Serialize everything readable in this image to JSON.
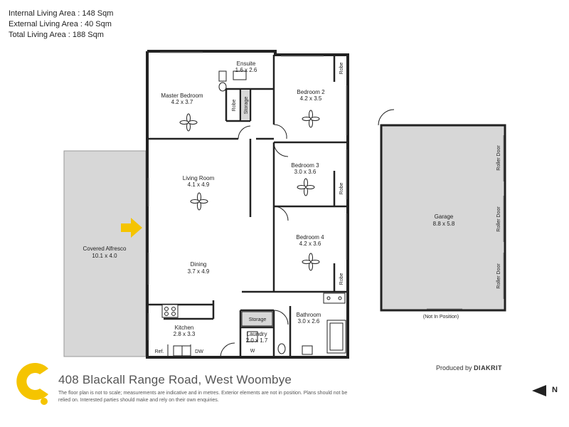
{
  "stats": {
    "internal": "Internal Living Area : 148 Sqm",
    "external": "External Living Area : 40 Sqm",
    "total": "Total Living Area : 188 Sqm"
  },
  "rooms": {
    "ensuite": {
      "name": "Ensuite",
      "dims": "1.6 x 2.6"
    },
    "master": {
      "name": "Master Bedroom",
      "dims": "4.2 x 3.7"
    },
    "bedroom2": {
      "name": "Bedroom 2",
      "dims": "4.2 x 3.5"
    },
    "bedroom3": {
      "name": "Bedroom 3",
      "dims": "3.0 x 3.6"
    },
    "bedroom4": {
      "name": "Bedroom 4",
      "dims": "4.2 x 3.6"
    },
    "living": {
      "name": "Living Room",
      "dims": "4.1 x 4.9"
    },
    "dining": {
      "name": "Dining",
      "dims": "3.7 x 4.9"
    },
    "alfresco": {
      "name": "Covered Alfresco",
      "dims": "10.1 x 4.0"
    },
    "kitchen": {
      "name": "Kitchen",
      "dims": "2.8 x 3.3"
    },
    "laundry": {
      "name": "Laundry",
      "dims": "2.0 x 1.7"
    },
    "bathroom": {
      "name": "Bathroom",
      "dims": "3.0 x 2.6"
    },
    "garage": {
      "name": "Garage",
      "dims": "8.8 x 5.8"
    }
  },
  "labels": {
    "robe": "Robe",
    "storage": "Storage",
    "roller_door": "Roller Door",
    "ref": "Ref.",
    "dw": "DW",
    "washer": "W",
    "not_in_position": "(Not In Position)"
  },
  "footer": {
    "address": "408 Blackall Range Road, West Woombye",
    "disclaimer": "The floor plan is not to scale; measurements are indicative and in metres. Exterior elements are not in position. Plans should not be relied on. Interested parties should make and rely on their own enquiries.",
    "produced_by": "Produced by",
    "brand": "DIAKRIT",
    "north": "N"
  },
  "colors": {
    "wall": "#222222",
    "alfresco_fill": "#d7d7d7",
    "garage_fill": "#d7d7d7",
    "storage_fill": "#d7d7d7",
    "arrow": "#f5c400",
    "logo": "#f5c400"
  }
}
